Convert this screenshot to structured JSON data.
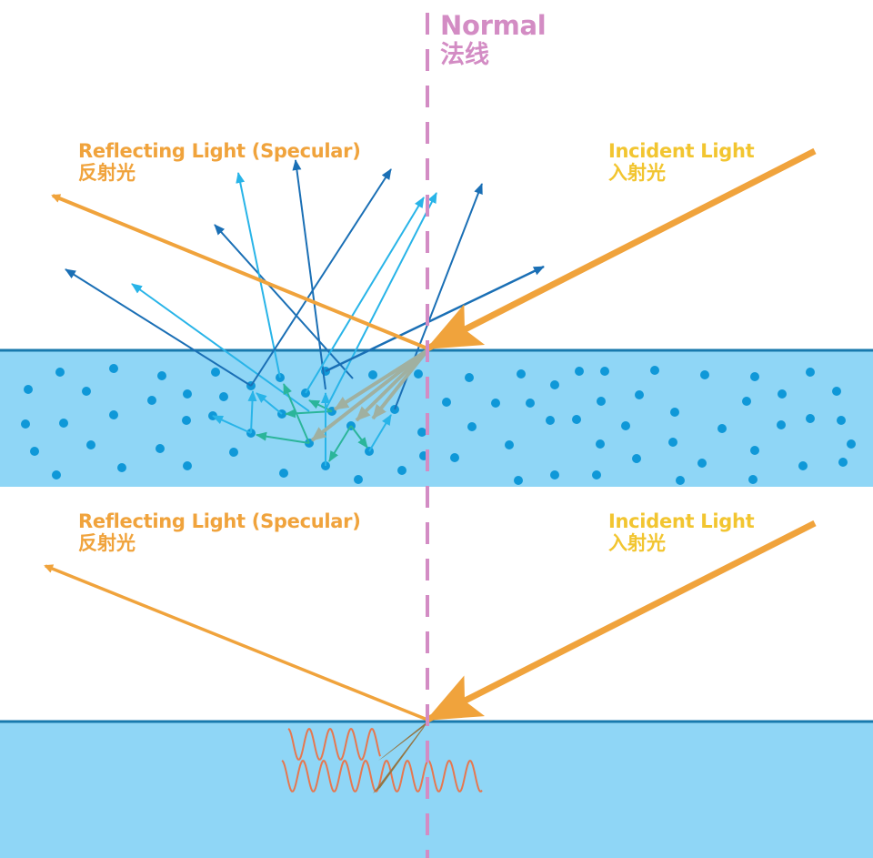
{
  "colors": {
    "normal": "#d38cc4",
    "reflect_label": "#f0a33c",
    "incident_label": "#f2c530",
    "beam": "#f0a33c",
    "medium_fill": "#8fd6f6",
    "surface_line": "#1879ad",
    "particle": "#0f98d8",
    "ray_dark": "#1a6fb5",
    "ray_light": "#28b4e8",
    "ray_green": "#2bb59a",
    "ray_gray": "#a0b0a0",
    "wave": "#e6774f"
  },
  "normal": {
    "label_en": "Normal",
    "label_zh": "法线"
  },
  "panels": [
    {
      "name": "diffuse",
      "reflect_en": "Reflecting Light (Specular)",
      "reflect_zh": "反射光",
      "incident_en": "Incident Light",
      "incident_zh": "入射光"
    },
    {
      "name": "specular",
      "reflect_en": "Reflecting Light (Specular)",
      "reflect_zh": "反射光",
      "incident_en": "Incident Light",
      "incident_zh": "入射光"
    }
  ]
}
